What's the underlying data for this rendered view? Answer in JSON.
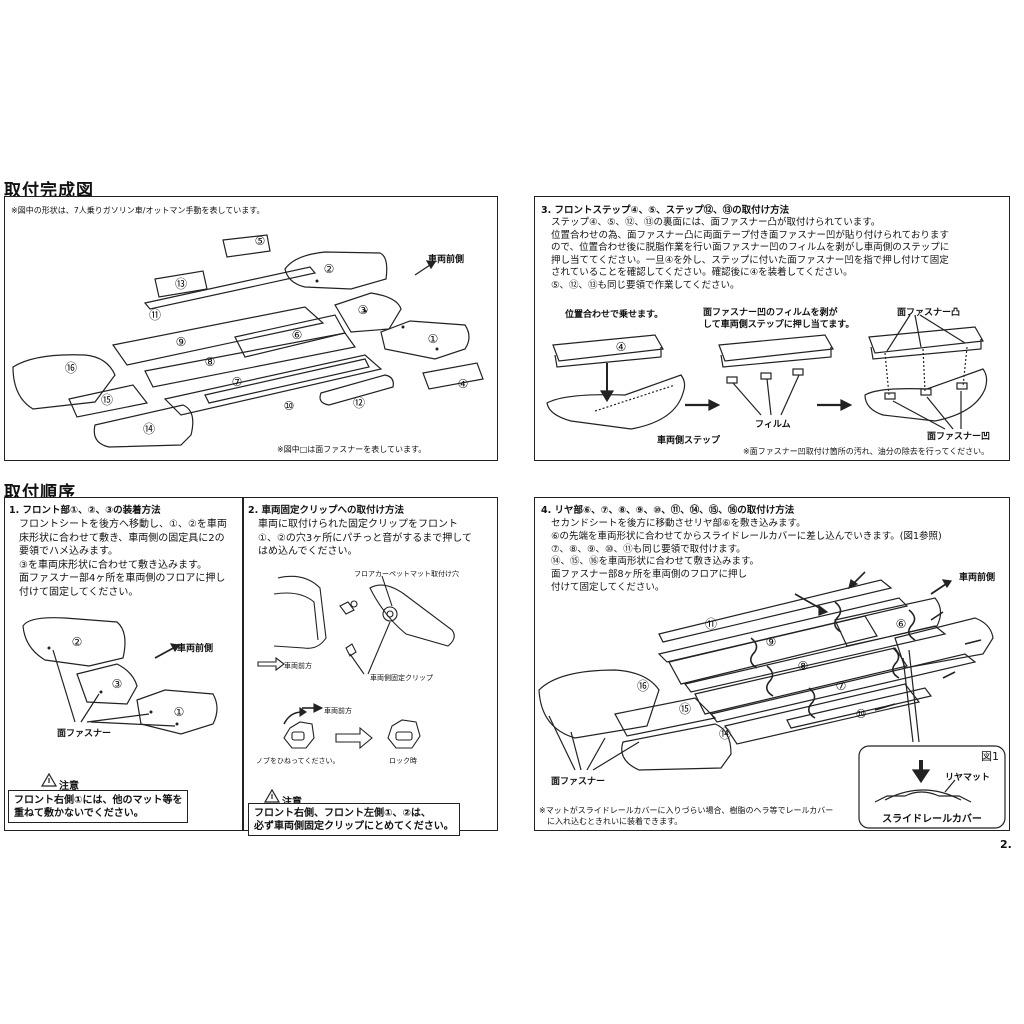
{
  "headings": {
    "completion": "取付完成図",
    "procedure": "取付順序"
  },
  "completion_panel": {
    "note_top": "※図中の形状は、7人乗りガソリン車/オットマン手動を表しています。",
    "note_bottom": "※図中□は面ファスナーを表しています。",
    "direction": "車両前側",
    "parts": [
      "⑤",
      "②",
      "⑬",
      "③",
      "⑪",
      "⑨",
      "⑥",
      "①",
      "⑯",
      "⑧",
      "⑦",
      "④",
      "⑮",
      "⑩",
      "⑫",
      "⑭"
    ]
  },
  "step3": {
    "title": "3. フロントステップ④、⑤、ステップ⑫、⑬の取付け方法",
    "body": "ステップ④、⑤、⑫、⑬の裏面には、面ファスナー凸が取付けられています。\n位置合わせの為、面ファスナー凸に両面テープ付き面ファスナー凹が貼り付けられております\nので、位置合わせ後に脱脂作業を行い面ファスナー凹のフィルムを剥がし車両側のステップに\n押し当ててください。一旦④を外し、ステップに付いた面ファスナー凹を指で押し付けて固定\nされていることを確認してください。確認後に④を装着してください。\n⑤、⑫、⑬も同じ要領で作業してください。",
    "fig_label_1": "位置合わせで乗せます。",
    "fig_label_2": "面ファスナー凹のフィルムを剥が\nして車両側ステップに押し当てます。",
    "fig_label_3": "面ファスナー凸",
    "fig_label_step": "車両側ステップ",
    "fig_label_film": "フィルム",
    "fig_label_concave": "面ファスナー凹",
    "part": "④",
    "note": "※面ファスナー凹取付け箇所の汚れ、油分の除去を行ってください。"
  },
  "step1": {
    "title": "1. フロント部①、②、③の装着方法",
    "body": "フロントシートを後方へ移動し、①、②を車両\n床形状に合わせて敷き、車両側の固定具に2の\n要領でハメ込みます。\n③を車両床形状に合わせて敷き込みます。\n面ファスナー部4ヶ所を車両側のフロアに押し\n付けて固定してください。",
    "direction": "車両前側",
    "fastener": "面ファスナー",
    "parts": [
      "②",
      "③",
      "①"
    ],
    "warn_head": "注意",
    "warn": "フロント右側①には、他のマット等を\n重ねて敷かないでください。"
  },
  "step2": {
    "title": "2. 車両固定クリップへの取付け方法",
    "body": "車両に取付けられた固定クリップをフロント\n①、②の穴3ヶ所にパチっと音がするまで押して\nはめ込んでください。",
    "label_hole": "フロアカーペットマット取付け穴",
    "label_front": "車両前方",
    "label_clip": "車両側固定クリップ",
    "label_front2": "車両前方",
    "label_knob": "ノブをひねってください。",
    "label_lock": "ロック時",
    "warn_head": "注意",
    "warn": "フロント右側、フロント左側①、②は、\n必ず車両側固定クリップにとめてください。"
  },
  "step4": {
    "title": "4. リヤ部⑥、⑦、⑧、⑨、⑩、⑪、⑭、⑮、⑯の取付け方法",
    "body": "セカンドシートを後方に移動させリヤ部⑥を敷き込みます。\n⑥の先端を車両形状に合わせてからスライドレールカバーに差し込んでいきます。(図1参照)\n⑦、⑧、⑨、⑩、⑪も同じ要領で取付けます。\n⑭、⑮、⑯を車両形状に合わせて敷き込みます。\n面ファスナー部8ヶ所を車両側のフロアに押し\n付けて固定してください。",
    "direction": "車両前側",
    "fastener": "面ファスナー",
    "parts": [
      "⑪",
      "⑨",
      "⑥",
      "⑧",
      "⑯",
      "⑦",
      "⑮",
      "⑩",
      "⑭"
    ],
    "fig_title": "図1",
    "fig_mat": "リヤマット",
    "fig_cover": "スライドレールカバー",
    "note": "※マットがスライドレールカバーに入りづらい場合、樹脂のヘラ等でレールカバー\n　に入れ込むときれいに装着できます。"
  },
  "page_number": "2."
}
